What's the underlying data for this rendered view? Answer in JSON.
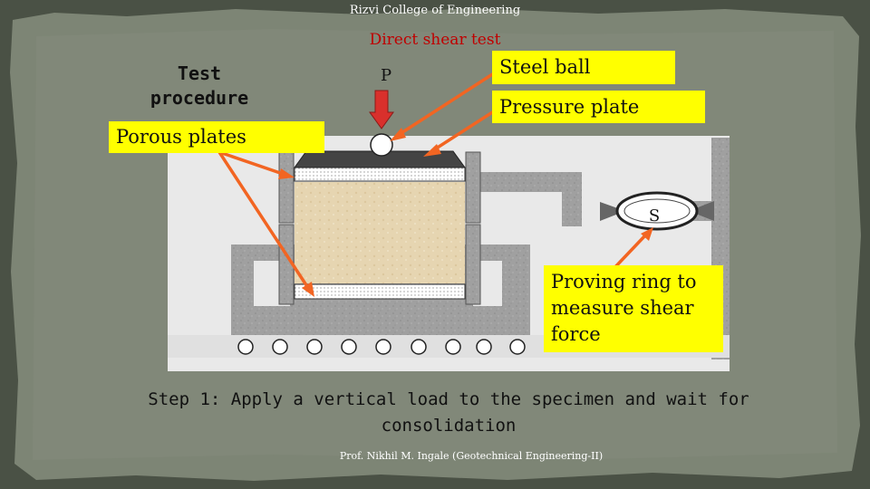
{
  "slide": {
    "header": "Rizvi College of Engineering",
    "title": "Direct shear test",
    "section_heading_line1": "Test",
    "section_heading_line2": "procedure",
    "step_text": "Step 1: Apply a vertical load to the specimen and wait for consolidation",
    "footer": "Prof. Nikhil M. Ingale (Geotechnical Engineering-II)"
  },
  "diagram": {
    "load_symbol": "P",
    "proving_ring_symbol": "S",
    "labels": {
      "steel_ball": "Steel ball",
      "pressure_plate": "Pressure plate",
      "porous_plates": "Porous plates",
      "proving_ring": "Proving ring to measure shear force"
    },
    "colors": {
      "label_bg": "#ffff00",
      "arrow": "#f26522",
      "load_arrow": "#d9302c",
      "title": "#c00000",
      "soil": "#e6d5b1",
      "apparatus": "#9a9a9a"
    }
  }
}
